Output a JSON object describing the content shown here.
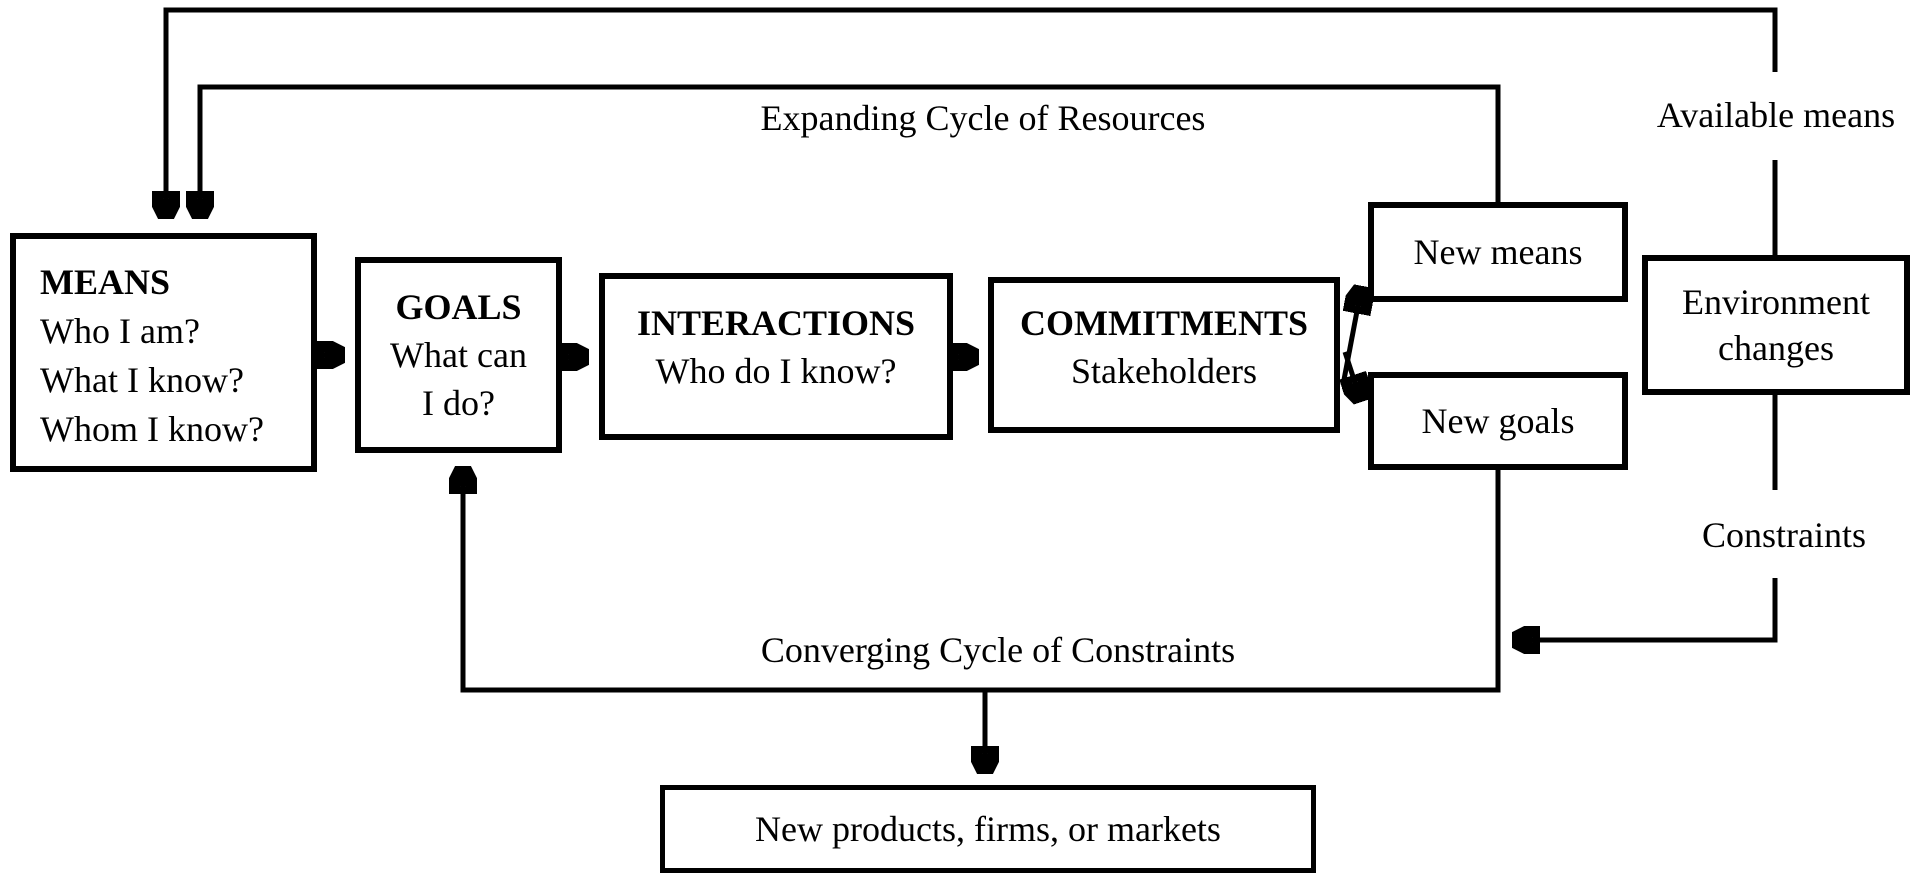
{
  "diagram": {
    "boxes": {
      "means": {
        "title": "MEANS",
        "lines": [
          "Who I am?",
          "What I know?",
          "Whom I know?"
        ]
      },
      "goals": {
        "title": "GOALS",
        "lines": [
          "What can",
          "I do?"
        ]
      },
      "interactions": {
        "title": "INTERACTIONS",
        "lines": [
          "Who do I know?"
        ]
      },
      "commitments": {
        "title": "COMMITMENTS",
        "lines": [
          "Stakeholders"
        ]
      },
      "new_means": {
        "label": "New means"
      },
      "new_goals": {
        "label": "New goals"
      },
      "environment_changes": {
        "lines": [
          "Environment",
          "changes"
        ]
      },
      "outcome": {
        "label": "New products, firms, or markets"
      }
    },
    "labels": {
      "expanding_cycle": "Expanding Cycle of Resources",
      "available_means": "Available means",
      "constraints": "Constraints",
      "converging_cycle": "Converging Cycle of Constraints"
    },
    "colors": {
      "line": "#000000",
      "background": "#ffffff",
      "text": "#000000"
    }
  }
}
